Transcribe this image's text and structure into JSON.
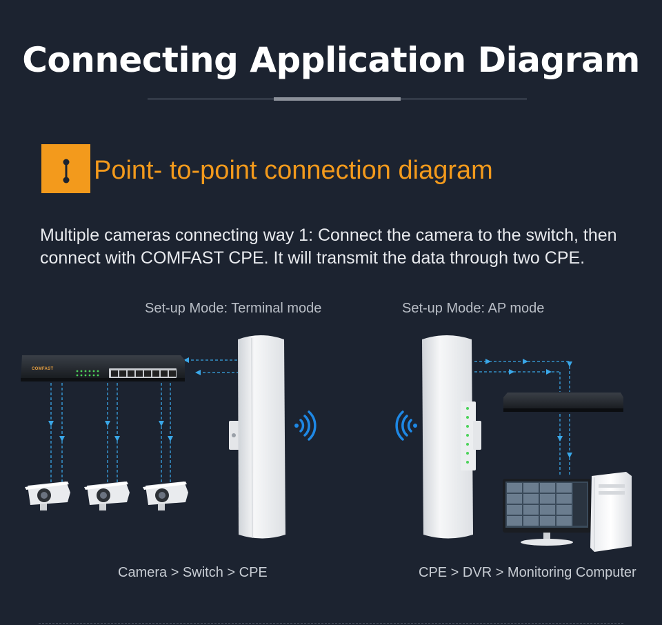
{
  "header": {
    "title": "Connecting Application Diagram"
  },
  "section": {
    "title": "Point- to-point connection diagram"
  },
  "description": "Multiple cameras connecting way 1: Connect the camera to the switch, then connect with COMFAST CPE. It will transmit the data through two CPE.",
  "left": {
    "mode": "Set-up Mode: Terminal mode",
    "caption": "Camera > Switch > CPE",
    "switch_brand": "COMFAST"
  },
  "right": {
    "mode": "Set-up Mode: AP mode",
    "caption": "CPE > DVR > Monitoring Computer"
  },
  "colors": {
    "background": "#1c2330",
    "accent_orange": "#f39a1c",
    "link_blue": "#3aa7e8",
    "wifi_blue": "#1e88e5"
  }
}
